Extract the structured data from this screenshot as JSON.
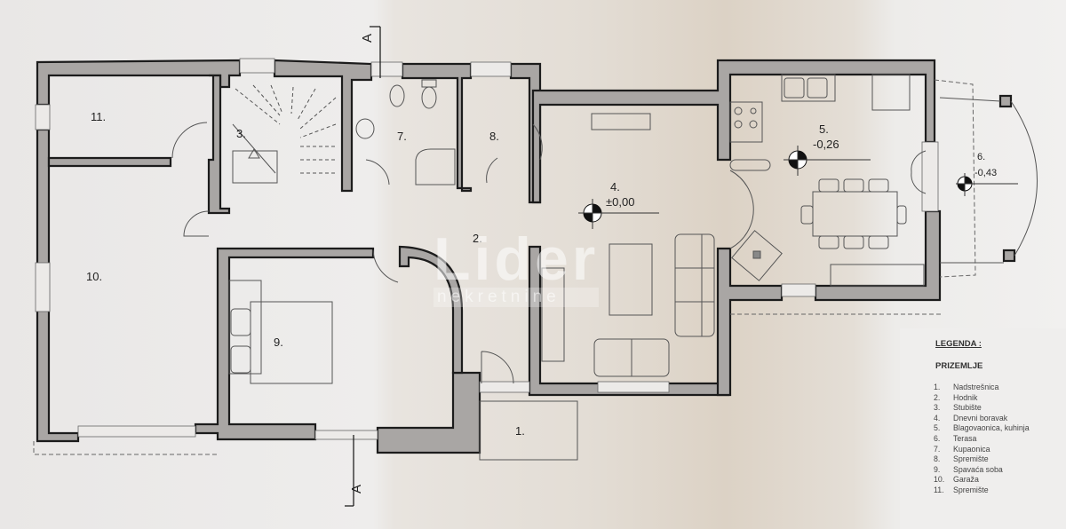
{
  "plan": {
    "rooms": [
      {
        "id": "1",
        "label": "1.",
        "elevation": ""
      },
      {
        "id": "2",
        "label": "2.",
        "elevation": ""
      },
      {
        "id": "3",
        "label": "3.",
        "elevation": ""
      },
      {
        "id": "4",
        "label": "4.",
        "elevation": "±0,00"
      },
      {
        "id": "5",
        "label": "5.",
        "elevation": "-0,26"
      },
      {
        "id": "6",
        "label": "6.",
        "elevation": "-0,43"
      },
      {
        "id": "7",
        "label": "7.",
        "elevation": ""
      },
      {
        "id": "8",
        "label": "8.",
        "elevation": ""
      },
      {
        "id": "9",
        "label": "9.",
        "elevation": ""
      },
      {
        "id": "10",
        "label": "10.",
        "elevation": ""
      },
      {
        "id": "11",
        "label": "11.",
        "elevation": ""
      }
    ],
    "section_marker": "A",
    "colors": {
      "wall_fill": "#a9a6a4",
      "wall_stroke": "#1c1c1c",
      "line": "#555555"
    }
  },
  "legend": {
    "title": "LEGENDA :",
    "subtitle": "PRIZEMLJE",
    "items": [
      {
        "num": "1.",
        "name": "Nadstrešnica"
      },
      {
        "num": "2.",
        "name": "Hodnik"
      },
      {
        "num": "3.",
        "name": "Stubište"
      },
      {
        "num": "4.",
        "name": "Dnevni boravak"
      },
      {
        "num": "5.",
        "name": "Blagovaonica, kuhinja"
      },
      {
        "num": "6.",
        "name": "Terasa"
      },
      {
        "num": "7.",
        "name": "Kupaonica"
      },
      {
        "num": "8.",
        "name": "Spremište"
      },
      {
        "num": "9.",
        "name": "Spavaća soba"
      },
      {
        "num": "10.",
        "name": "Garaža"
      },
      {
        "num": "11.",
        "name": "Spremište"
      }
    ]
  },
  "watermark": {
    "main": "Lider",
    "sub": "nekretnine"
  }
}
